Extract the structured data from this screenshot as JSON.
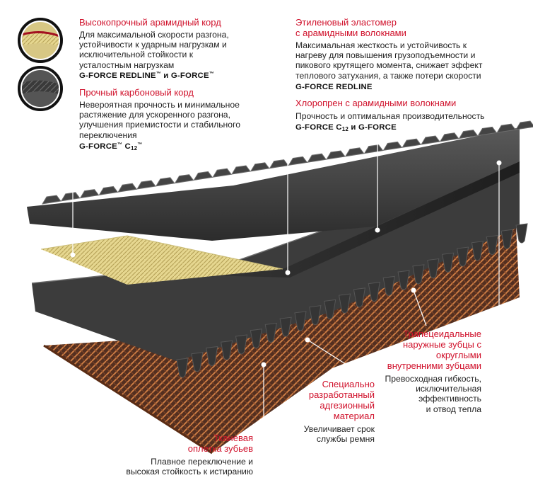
{
  "colors": {
    "accent_red": "#d0112b",
    "rubber_dark": "#2f2f2f",
    "rubber_mid": "#4a4a4a",
    "aramid_yellow": "#e9dc9a",
    "fabric_copper": "#a85a2c"
  },
  "icons": {
    "aramid": "aramid-cord-circle-icon",
    "carbon": "carbon-cord-circle-icon"
  },
  "aramid_cord": {
    "title": "Высокопрочный арамидный корд",
    "desc": "Для максимальной скорости разгона,\nустойчивости к ударным нагрузкам и\nисключительной стойкости  к\nусталостным нагрузкам",
    "product_a": "G-FORCE REDLINE",
    "tm": "™",
    "join": " и ",
    "product_b": "G-FORCE"
  },
  "carbon_cord": {
    "title": "Прочный карбоновый корд",
    "desc": "Невероятная прочность и минимальное\nрастяжение для ускоренного разгона,\nулучшения приемистости и стабильного\nпереключения",
    "product": "G-FORCE",
    "tm": "™",
    "c": "C",
    "sub": "12"
  },
  "ethylene": {
    "title": "Этиленовый эластомер\nс арамидными волокнами",
    "desc": "Максимальная жесткость и устойчивость к\nнагреву для повышения грузоподъемности и\nпикового крутящего момента, снижает эффект\nтеплового затухания, а также потери скорости",
    "product": "G-FORCE REDLINE"
  },
  "chloroprene": {
    "title": "Хлоропрен с арамидными волокнами",
    "desc": "Прочность и оптимальная производительность",
    "product_a": "G-FORCE C",
    "sub": "12",
    "join": " и ",
    "product_b": "G-FORCE"
  },
  "trapezoid": {
    "title": "Трапецеидальные\nнаружные зубцы с\nокруглыми\nвнутренними зубцами",
    "desc": "Превосходная гибкость,\nисключительная\nэффективность\nи отвод тепла"
  },
  "adhesive": {
    "title": "Специально\nразработанный\nадгезионный\nматериал",
    "desc": "Увеличивает срок\nслужбы ремня"
  },
  "fabric": {
    "title": "Тканевая\nоплетка зубьев",
    "desc": "Плавное переключение и\nвысокая стойкость к истиранию"
  }
}
